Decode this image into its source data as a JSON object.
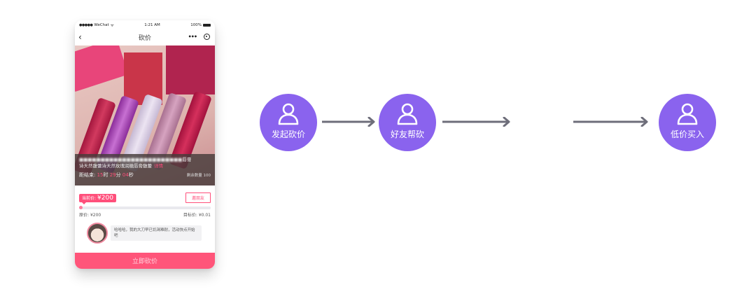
{
  "phone": {
    "status_bar": {
      "carrier": "WeChat",
      "signal_dots": "●●●●●",
      "time": "1:21 AM",
      "battery": "100%"
    },
    "nav": {
      "back_icon": "chevron-left-icon",
      "title": "砍价",
      "more_icon": "more-dots-icon",
      "target_icon": "target-icon"
    },
    "product": {
      "title_blurred": "■■■■■■■■■■■■■■■■■■■■■■■■",
      "title_line1_end": "唇膏",
      "title_line2": "诗天然馥蕾诗天然玫瑰润糖唇膏馥蕾",
      "detail_link": "详情"
    },
    "countdown": {
      "label": "距结束:",
      "hours": "15",
      "h_unit": "时",
      "minutes": "29",
      "m_unit": "分",
      "seconds": "04",
      "s_unit": "秒"
    },
    "stock": {
      "label": "剩余数量",
      "value": "100"
    },
    "current_price": {
      "label": "当前价:",
      "value": "¥200"
    },
    "invite_button": "邀朋友",
    "progress": {
      "percent": 0
    },
    "original_price": {
      "label": "原价:",
      "value": "¥200"
    },
    "target_price": {
      "label": "目标价:",
      "value": "¥0.01"
    },
    "chat_message": "哈哈哈，我的大刀早已饥渴难耐，活动快点开始吧",
    "cta_button": "立即砍价"
  },
  "flow": {
    "steps": [
      {
        "label": "发起砍价",
        "icon": "user-icon"
      },
      {
        "label": "好友帮砍",
        "icon": "user-icon"
      },
      {
        "label": "低价买入",
        "icon": "user-icon"
      }
    ],
    "accent_color": "#8a63ee",
    "arrow_color": "#6e6e7a"
  }
}
